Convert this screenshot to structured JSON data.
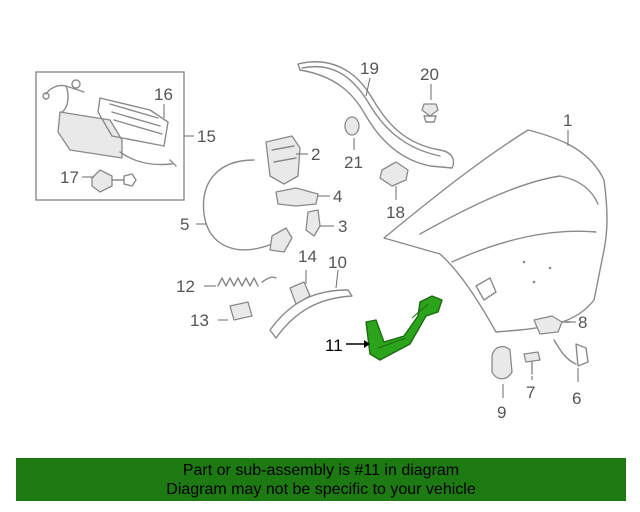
{
  "diagram": {
    "callouts": {
      "c1": "1",
      "c2": "2",
      "c3": "3",
      "c4": "4",
      "c5": "5",
      "c6": "6",
      "c7": "7",
      "c8": "8",
      "c9": "9",
      "c10": "10",
      "c11": "11",
      "c12": "12",
      "c13": "13",
      "c14": "14",
      "c15": "15",
      "c16": "16",
      "c17": "17",
      "c18": "18",
      "c19": "19",
      "c20": "20",
      "c21": "21"
    },
    "highlight_part": "11",
    "colors": {
      "highlight": "#2ba31a",
      "line": "#8a8a8a",
      "banner": "#1d7a12"
    }
  },
  "banner": {
    "line1": "Part or sub-assembly is #11 in diagram",
    "line2": "Diagram may not be specific to your vehicle"
  }
}
